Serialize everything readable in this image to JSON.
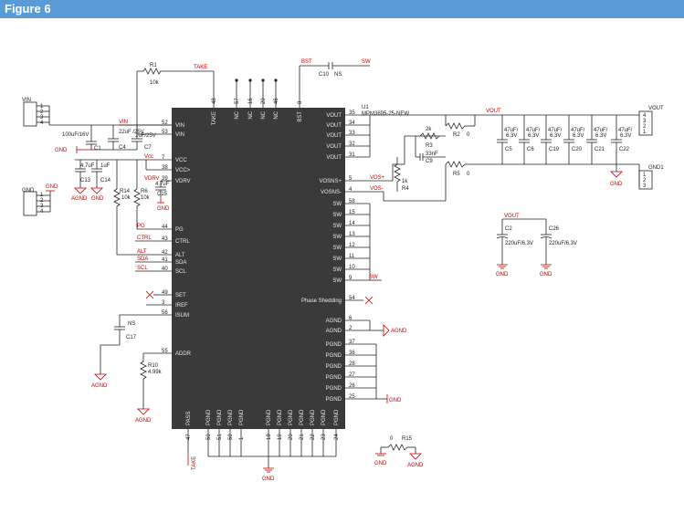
{
  "header": {
    "title": "Figure 6"
  },
  "ic": {
    "ref": "U1",
    "part": "MPM3695-25-NEW"
  },
  "ic_pins": {
    "left": [
      {
        "name": "VIN",
        "num": "52"
      },
      {
        "name": "VIN",
        "num": "53"
      },
      {
        "name": "VCC",
        "num": "7"
      },
      {
        "name": "VCC>",
        "num": "38"
      },
      {
        "name": "VDRV",
        "num": "39"
      },
      {
        "name": "PG",
        "num": "44"
      },
      {
        "name": "CTRL",
        "num": "43"
      },
      {
        "name": "ALT",
        "num": "42"
      },
      {
        "name": "SDA",
        "num": "41"
      },
      {
        "name": "SCL",
        "num": "40"
      },
      {
        "name": "SET",
        "num": "49"
      },
      {
        "name": "IREF",
        "num": "3"
      },
      {
        "name": "ISUM",
        "num": "56"
      },
      {
        "name": "ADDR",
        "num": "55"
      }
    ],
    "right": [
      {
        "name": "VOUT",
        "num": "35"
      },
      {
        "name": "VOUT",
        "num": "34"
      },
      {
        "name": "VOUT",
        "num": "33"
      },
      {
        "name": "VOUT",
        "num": "32"
      },
      {
        "name": "VOUT",
        "num": "31"
      },
      {
        "name": "VOSNS+",
        "num": "5"
      },
      {
        "name": "VOSNS-",
        "num": "4"
      },
      {
        "name": "SW",
        "num": "58"
      },
      {
        "name": "SW",
        "num": "15"
      },
      {
        "name": "SW",
        "num": "14"
      },
      {
        "name": "SW",
        "num": "13"
      },
      {
        "name": "SW",
        "num": "12"
      },
      {
        "name": "SW",
        "num": "11"
      },
      {
        "name": "SW",
        "num": "10"
      },
      {
        "name": "SW",
        "num": "9"
      },
      {
        "name": "Phase Shedding",
        "num": "54"
      },
      {
        "name": "AGND",
        "num": "6"
      },
      {
        "name": "AGND",
        "num": "2"
      },
      {
        "name": "PGND",
        "num": "37"
      },
      {
        "name": "PGND",
        "num": "36"
      },
      {
        "name": "PGND",
        "num": "28"
      },
      {
        "name": "PGND",
        "num": "27"
      },
      {
        "name": "PGND",
        "num": "26"
      },
      {
        "name": "PGND",
        "num": "25"
      }
    ],
    "top": [
      {
        "name": "TAKE",
        "num": "48"
      },
      {
        "name": "NC",
        "num": "57"
      },
      {
        "name": "NC",
        "num": "16"
      },
      {
        "name": "NC",
        "num": "20"
      },
      {
        "name": "NC",
        "num": "46"
      },
      {
        "name": "BST",
        "num": "8"
      }
    ],
    "bottom": [
      {
        "name": "PASS",
        "num": "47"
      },
      {
        "name": "PGND",
        "num": "50"
      },
      {
        "name": "PGND",
        "num": "51"
      },
      {
        "name": "PGND",
        "num": "59"
      },
      {
        "name": "PGND",
        "num": "1"
      },
      {
        "name": "PGND",
        "num": "18"
      },
      {
        "name": "PGND",
        "num": "19"
      },
      {
        "name": "PGND",
        "num": "20"
      },
      {
        "name": "PGND",
        "num": "21"
      },
      {
        "name": "PGND",
        "num": "22"
      },
      {
        "name": "PGND",
        "num": "23"
      },
      {
        "name": "PGND",
        "num": "24"
      }
    ]
  },
  "connectors": {
    "vin": {
      "label": "VIN",
      "pins": [
        "1",
        "2",
        "3",
        "4"
      ]
    },
    "gnd": {
      "label": "GND",
      "pins": [
        "1",
        "2",
        "3",
        "4"
      ]
    },
    "vout": {
      "label": "VOUT",
      "pins": [
        "4",
        "3",
        "2",
        "1"
      ]
    },
    "gnd1": {
      "label": "GND1",
      "pins": [
        "1",
        "2",
        "3"
      ]
    }
  },
  "components": {
    "r1": {
      "ref": "R1",
      "value": "10k"
    },
    "c10": {
      "ref": "C10",
      "value": "NS"
    },
    "c1": {
      "ref": "C1",
      "value": "100uF/16V"
    },
    "c4": {
      "ref": "C4",
      "value": "22uF /25V"
    },
    "c7": {
      "ref": "C7",
      "value": "1uF/25V"
    },
    "c13": {
      "ref": "C13",
      "value": "4.7uF"
    },
    "c14": {
      "ref": "C14",
      "value": "1uF"
    },
    "c15": {
      "ref": "C15",
      "value": "4.7uF"
    },
    "r14": {
      "ref": "R14",
      "value": "10k"
    },
    "r6": {
      "ref": "R6",
      "value": "10k"
    },
    "r3": {
      "ref": "R3",
      "value": "2k"
    },
    "c9": {
      "ref": "C9",
      "value": "33nF"
    },
    "r4": {
      "ref": "R4",
      "value": "1k"
    },
    "r2": {
      "ref": "R2",
      "value": "0"
    },
    "r5": {
      "ref": "R5",
      "value": "0"
    },
    "c17": {
      "ref": "C17",
      "value": "NS"
    },
    "r10": {
      "ref": "R10",
      "value": "4.99k"
    },
    "r15": {
      "ref": "R15",
      "value": "0"
    },
    "c2": {
      "ref": "C2",
      "value": "220uF/6.3V"
    },
    "c26": {
      "ref": "C26",
      "value": "220uF/6.3V"
    },
    "out_caps": [
      {
        "ref": "C5",
        "value": "47uF/ 6.3V"
      },
      {
        "ref": "C6",
        "value": "47uF/ 6.3V"
      },
      {
        "ref": "C19",
        "value": "47uF/ 6.3V"
      },
      {
        "ref": "C20",
        "value": "47uF/ 6.3V"
      },
      {
        "ref": "C21",
        "value": "47uF/ 6.3V"
      },
      {
        "ref": "C22",
        "value": "47uF/ 6.3V"
      }
    ]
  },
  "nets": {
    "take": "TAKE",
    "bst": "BST",
    "sw": "SW",
    "vin": "VIN",
    "vcc": "Vcc",
    "vdrv": "VDRV",
    "gnd": "GND",
    "agnd": "AGND",
    "vout": "VOUT",
    "vos_plus": "VOS+",
    "vos_minus": "VOS-",
    "pg": "PG",
    "ctrl": "CTRL",
    "alt": "ALT",
    "sda": "SDA",
    "scl": "SCL",
    "ns": "NS"
  },
  "colors": {
    "header": "#5b9bd5",
    "ic_body": "#3a3a3a",
    "net_label": "#c00000",
    "wire": "#222222"
  }
}
